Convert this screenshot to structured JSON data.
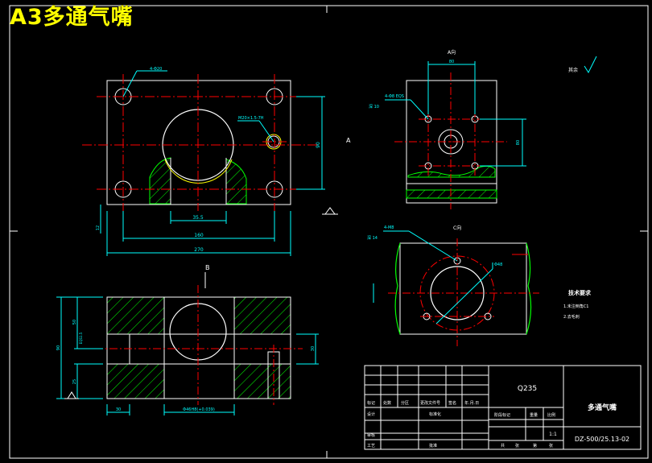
{
  "page_title": "A3多通气嘴",
  "view_labels": {
    "view_a": "A向",
    "view_b": "B",
    "section_a_mark": "A",
    "view_c": "C向"
  },
  "roughness_note": "其余",
  "front_view": {
    "hole_callout": "4-Φ20",
    "thread_callout": "M20×1.5-7H",
    "dim_bore_offset": "35.5",
    "dim_inner_width": "160",
    "dim_overall_width": "270",
    "dim_height": "90",
    "dim_side": "12"
  },
  "top_view": {
    "hole_callout": "4-Φ8 EQS",
    "hole_note": "深 10",
    "dim_top": "80",
    "dim_right": "80"
  },
  "side_view": {
    "hole_callout": "4-M8",
    "hole_note": "深 14",
    "dim_diameter": "Φ48"
  },
  "section_view": {
    "dim_left_upper": "50",
    "dim_left_total": "90",
    "dim_left_lower": "25",
    "dim_right": "30",
    "dim_tolerance": "EQS1.5",
    "dim_bottom_left": "30",
    "dim_bottom_center": "Φ46H8(+0.039)"
  },
  "tech_req": {
    "heading": "技术要求",
    "items": [
      "1.未注倒角C1",
      "2.去毛刺"
    ]
  },
  "title_block": {
    "material": "Q235",
    "part_name": "多通气嘴",
    "drawing_no": "DZ-500/25.13-02",
    "scale": "1:1",
    "header_cols": [
      "标记",
      "处数",
      "分区",
      "更改文件号",
      "签名",
      "年.月.日"
    ],
    "row_labels": [
      "设计",
      "审核",
      "工艺"
    ],
    "row_extra": [
      "标准化",
      "批准"
    ],
    "stage_labels": [
      "阶段标记",
      "重量",
      "比例"
    ],
    "sheet_labels": [
      "共",
      "张",
      "第",
      "张"
    ]
  }
}
